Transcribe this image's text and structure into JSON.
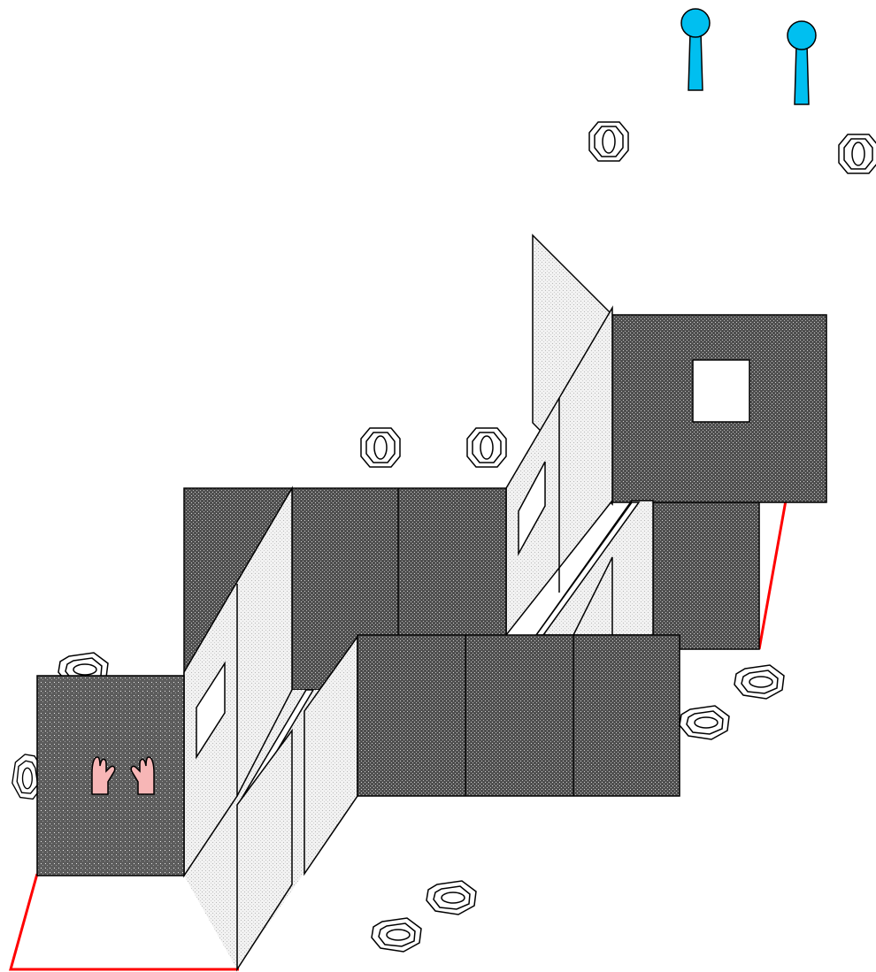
{
  "diagram": {
    "type": "isometric-floor-plan",
    "colors": {
      "background": "#ffffff",
      "wall_dark": "#5a5a5a",
      "panel_light": "#e6e6e6",
      "outline": "#000000",
      "red_line": "#ff0000",
      "pin_blue": "#00bff0",
      "hand_pink": "#f7b6b6"
    },
    "icons": [
      "octagon-ripple-icon",
      "pin-marker-icon",
      "hand-icon"
    ],
    "hand_icon_count": 2,
    "pin_marker_count": 2,
    "ripple_icon_count": 10
  }
}
